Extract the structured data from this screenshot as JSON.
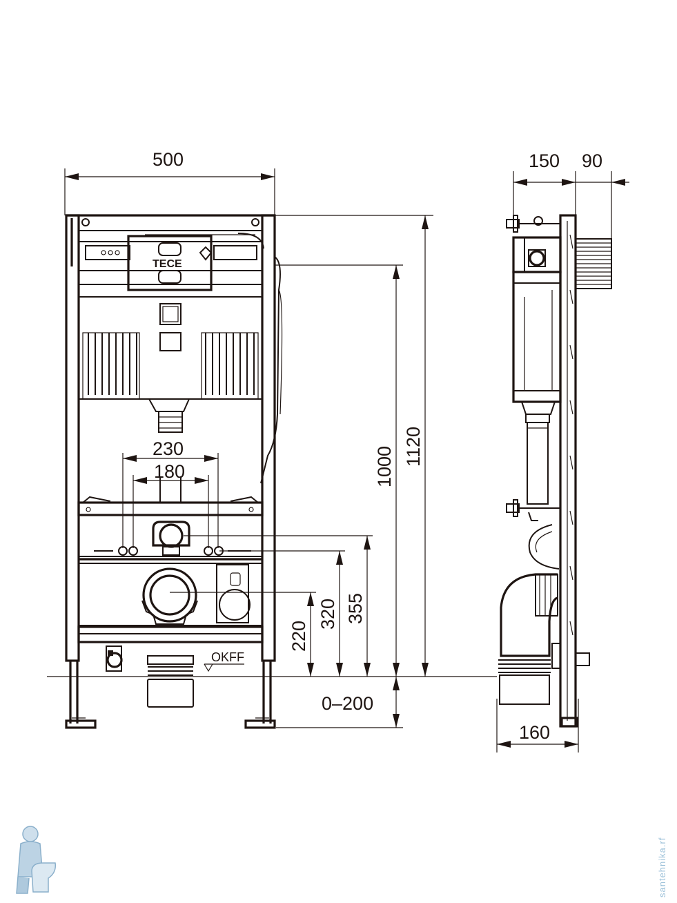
{
  "dimensions": {
    "width_front": "500",
    "depth_frame": "150",
    "depth_plate": "90",
    "spacing_outer": "230",
    "spacing_inner": "180",
    "height_frame": "1120",
    "height_cistern": "1000",
    "height_inlet": "355",
    "height_bolts": "320",
    "height_outlet": "220",
    "leg_adjust": "0–200",
    "depth_outlet": "160"
  },
  "labels": {
    "floor_level": "OKFF",
    "brand": "TECE"
  },
  "watermark": {
    "text": "santehnika.rf"
  },
  "colors": {
    "line": "#1e1512",
    "watermark": "#9cc1d9"
  }
}
